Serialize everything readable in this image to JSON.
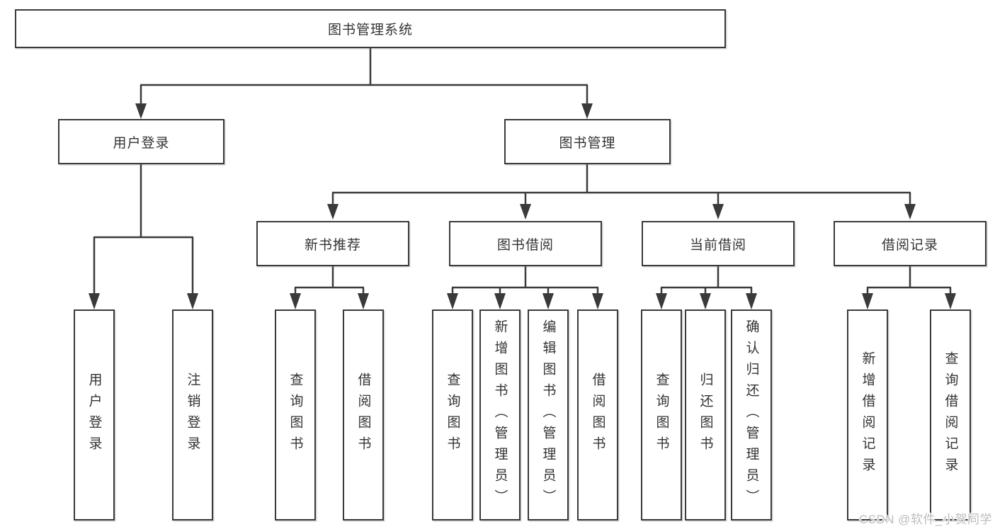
{
  "diagram": {
    "root": {
      "label": "图书管理系统"
    },
    "branches": [
      {
        "label": "用户登录",
        "children": [
          {
            "label": "用户登录"
          },
          {
            "label": "注销登录"
          }
        ]
      },
      {
        "label": "图书管理",
        "children": [
          {
            "label": "新书推荐",
            "children": [
              {
                "label": "查询图书"
              },
              {
                "label": "借阅图书"
              }
            ]
          },
          {
            "label": "图书借阅",
            "children": [
              {
                "label": "查询图书"
              },
              {
                "label": "新增图书（管理员）"
              },
              {
                "label": "编辑图书（管理员）"
              },
              {
                "label": "借阅图书"
              }
            ]
          },
          {
            "label": "当前借阅",
            "children": [
              {
                "label": "查询图书"
              },
              {
                "label": "归还图书"
              },
              {
                "label": "确认归还（管理员）"
              }
            ]
          },
          {
            "label": "借阅记录",
            "children": [
              {
                "label": "新增借阅记录"
              },
              {
                "label": "查询借阅记录"
              }
            ]
          }
        ]
      }
    ]
  },
  "watermark": {
    "text": "CSDN @软件_小贺同学"
  },
  "colors": {
    "background": "#ffffff",
    "box_fill": "#ffffff",
    "box_border": "#3a3a3a",
    "connector_line": "#3a3a3a",
    "text": "#333333",
    "watermark_text": "#bcbcbc"
  }
}
